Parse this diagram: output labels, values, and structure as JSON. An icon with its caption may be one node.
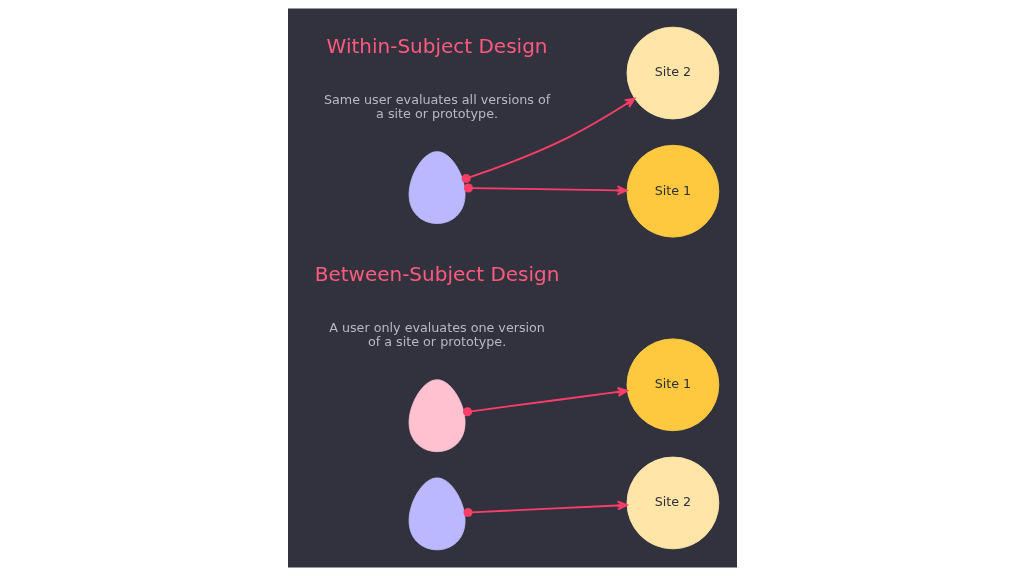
{
  "diagram": {
    "nodes": [
      {
        "text": [],
        "shape": "person"
      },
      {
        "text": [
          "Site 1"
        ]
      },
      {
        "text": [
          "Site 2"
        ]
      },
      {
        "text": [],
        "shape": "person"
      },
      {
        "text": [
          "Site 1"
        ]
      },
      {
        "text": [],
        "shape": "person"
      },
      {
        "text": [
          "Site 2"
        ]
      }
    ],
    "edges": [
      {
        "from": 0,
        "to": 1,
        "arrow": "to"
      },
      {
        "from": 0,
        "to": 2,
        "arrow": "to"
      },
      {
        "from": 3,
        "to": 4,
        "arrow": "to"
      },
      {
        "from": 5,
        "to": 6,
        "arrow": "to"
      }
    ],
    "labels": [
      "Within-Subject Design",
      "Same user evaluates all versions of a site or prototype.",
      "Between-Subject Design",
      "A user only evaluates one version of a site or prototype."
    ]
  }
}
